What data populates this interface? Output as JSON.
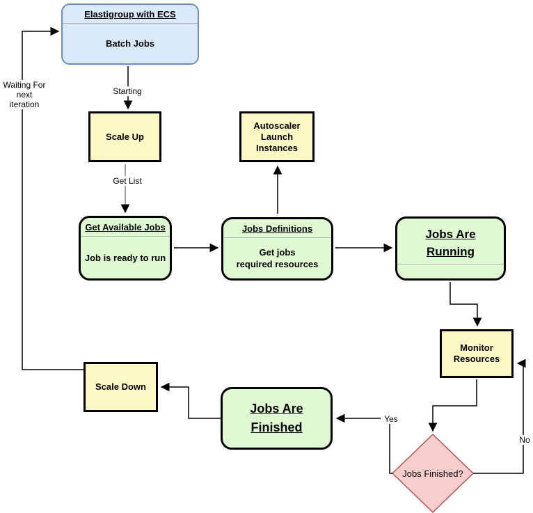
{
  "nodes": {
    "elastigroup": {
      "header": "Elastigroup with ECS",
      "body": "Batch Jobs"
    },
    "scale_up": {
      "label": "Scale Up"
    },
    "autoscaler": {
      "label": "Autoscaler\nLaunch\nInstances"
    },
    "get_available_jobs": {
      "header": "Get Available Jobs",
      "body": "Job is ready to run"
    },
    "jobs_definitions": {
      "header": "Jobs Definitions",
      "body": "Get jobs\nrequired resources"
    },
    "jobs_are_running": {
      "header": "Jobs Are\nRunning"
    },
    "monitor_resources": {
      "label": "Monitor\nResources"
    },
    "jobs_finished_decision": {
      "label": "Jobs Finished?"
    },
    "jobs_are_finished": {
      "label": "Jobs Are\nFinished"
    },
    "scale_down": {
      "label": "Scale Down"
    }
  },
  "edge_labels": {
    "starting": "Starting",
    "get_list": "Get List",
    "waiting": "Waiting For\nnext iteration",
    "yes": "Yes",
    "no": "No"
  },
  "colors": {
    "background": "#ffffff",
    "blue_fill": "#dae8fc",
    "blue_border": "#6c8ebf",
    "yellow_fill": "#fdf9c4",
    "green_fill": "#dffad2",
    "pink_fill": "#f8cecc",
    "pink_border": "#b85450",
    "node_border": "#000000",
    "edge_color": "#000000",
    "gray_edge": "#808080",
    "divider": "#b0b0b0"
  }
}
